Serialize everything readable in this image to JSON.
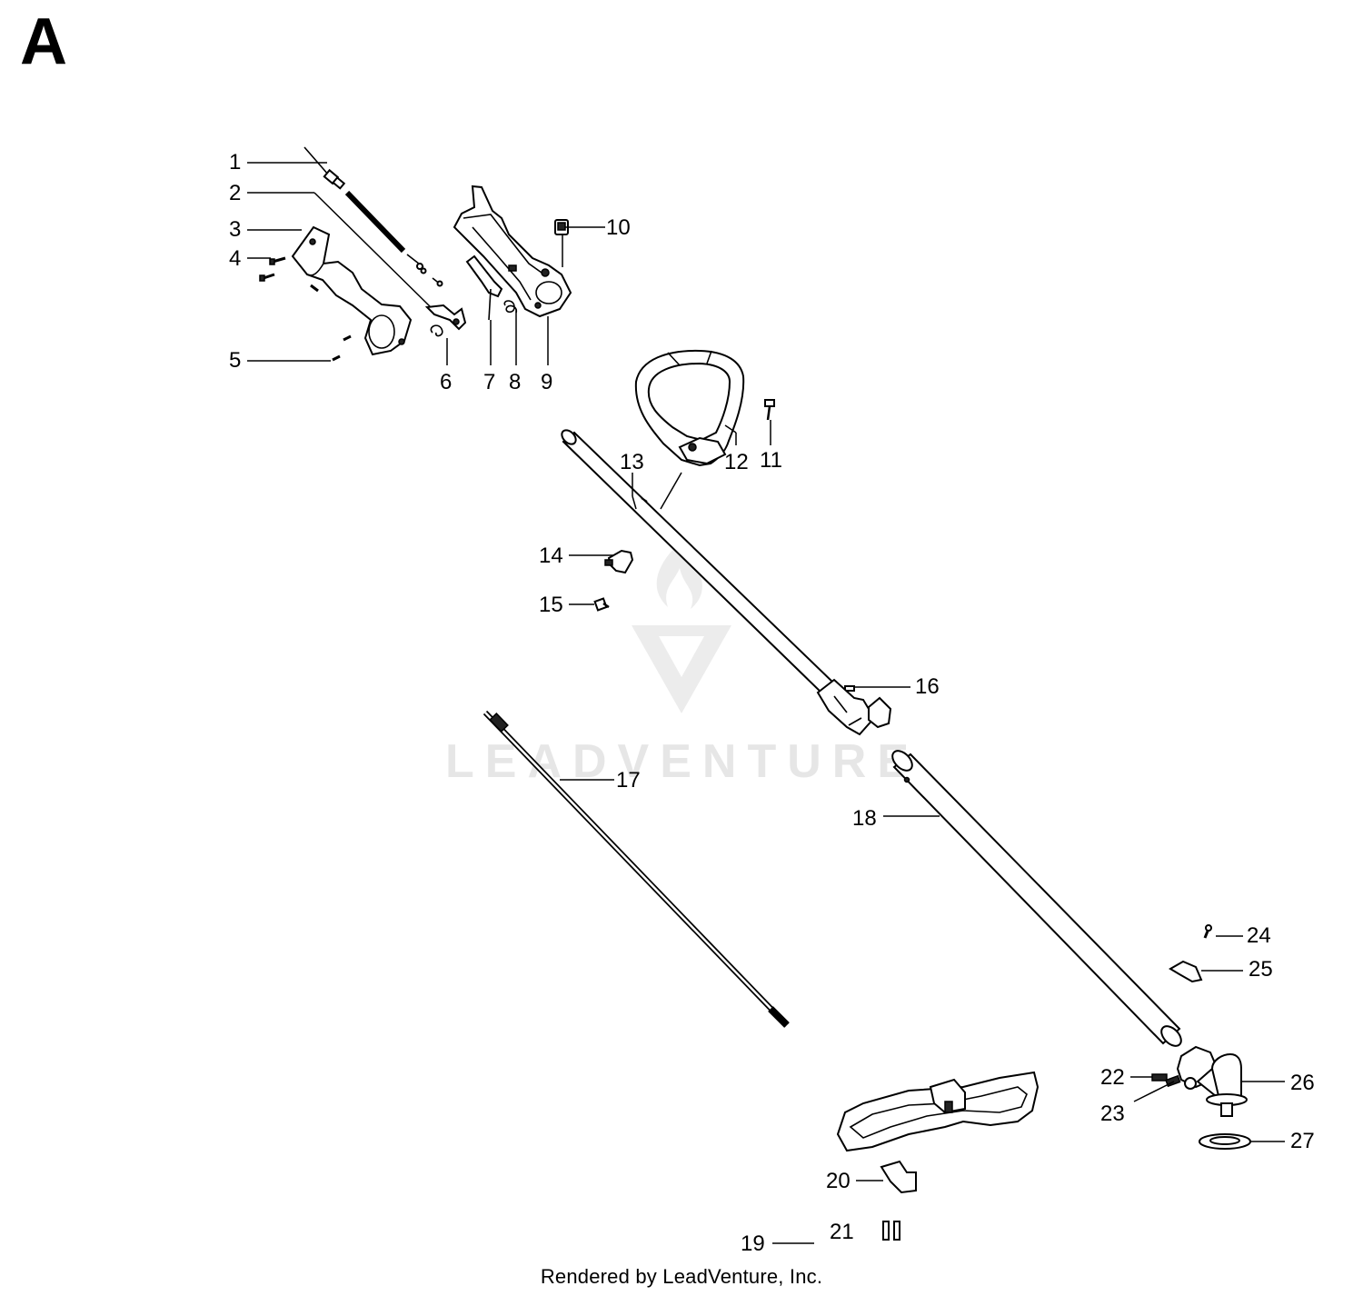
{
  "section_letter": "A",
  "watermark": "LEADVENTURE",
  "footer": "Rendered by LeadVenture, Inc.",
  "callouts": [
    {
      "id": "1",
      "label": "1"
    },
    {
      "id": "2",
      "label": "2"
    },
    {
      "id": "3",
      "label": "3"
    },
    {
      "id": "4",
      "label": "4"
    },
    {
      "id": "5",
      "label": "5"
    },
    {
      "id": "6",
      "label": "6"
    },
    {
      "id": "7",
      "label": "7"
    },
    {
      "id": "8",
      "label": "8"
    },
    {
      "id": "9",
      "label": "9"
    },
    {
      "id": "10",
      "label": "10"
    },
    {
      "id": "11",
      "label": "11"
    },
    {
      "id": "12",
      "label": "12"
    },
    {
      "id": "13",
      "label": "13"
    },
    {
      "id": "14",
      "label": "14"
    },
    {
      "id": "15",
      "label": "15"
    },
    {
      "id": "16",
      "label": "16"
    },
    {
      "id": "17",
      "label": "17"
    },
    {
      "id": "18",
      "label": "18"
    },
    {
      "id": "19",
      "label": "19"
    },
    {
      "id": "20",
      "label": "20"
    },
    {
      "id": "21",
      "label": "21"
    },
    {
      "id": "22",
      "label": "22"
    },
    {
      "id": "23",
      "label": "23"
    },
    {
      "id": "24",
      "label": "24"
    },
    {
      "id": "25",
      "label": "25"
    },
    {
      "id": "26",
      "label": "26"
    },
    {
      "id": "27",
      "label": "27"
    }
  ]
}
